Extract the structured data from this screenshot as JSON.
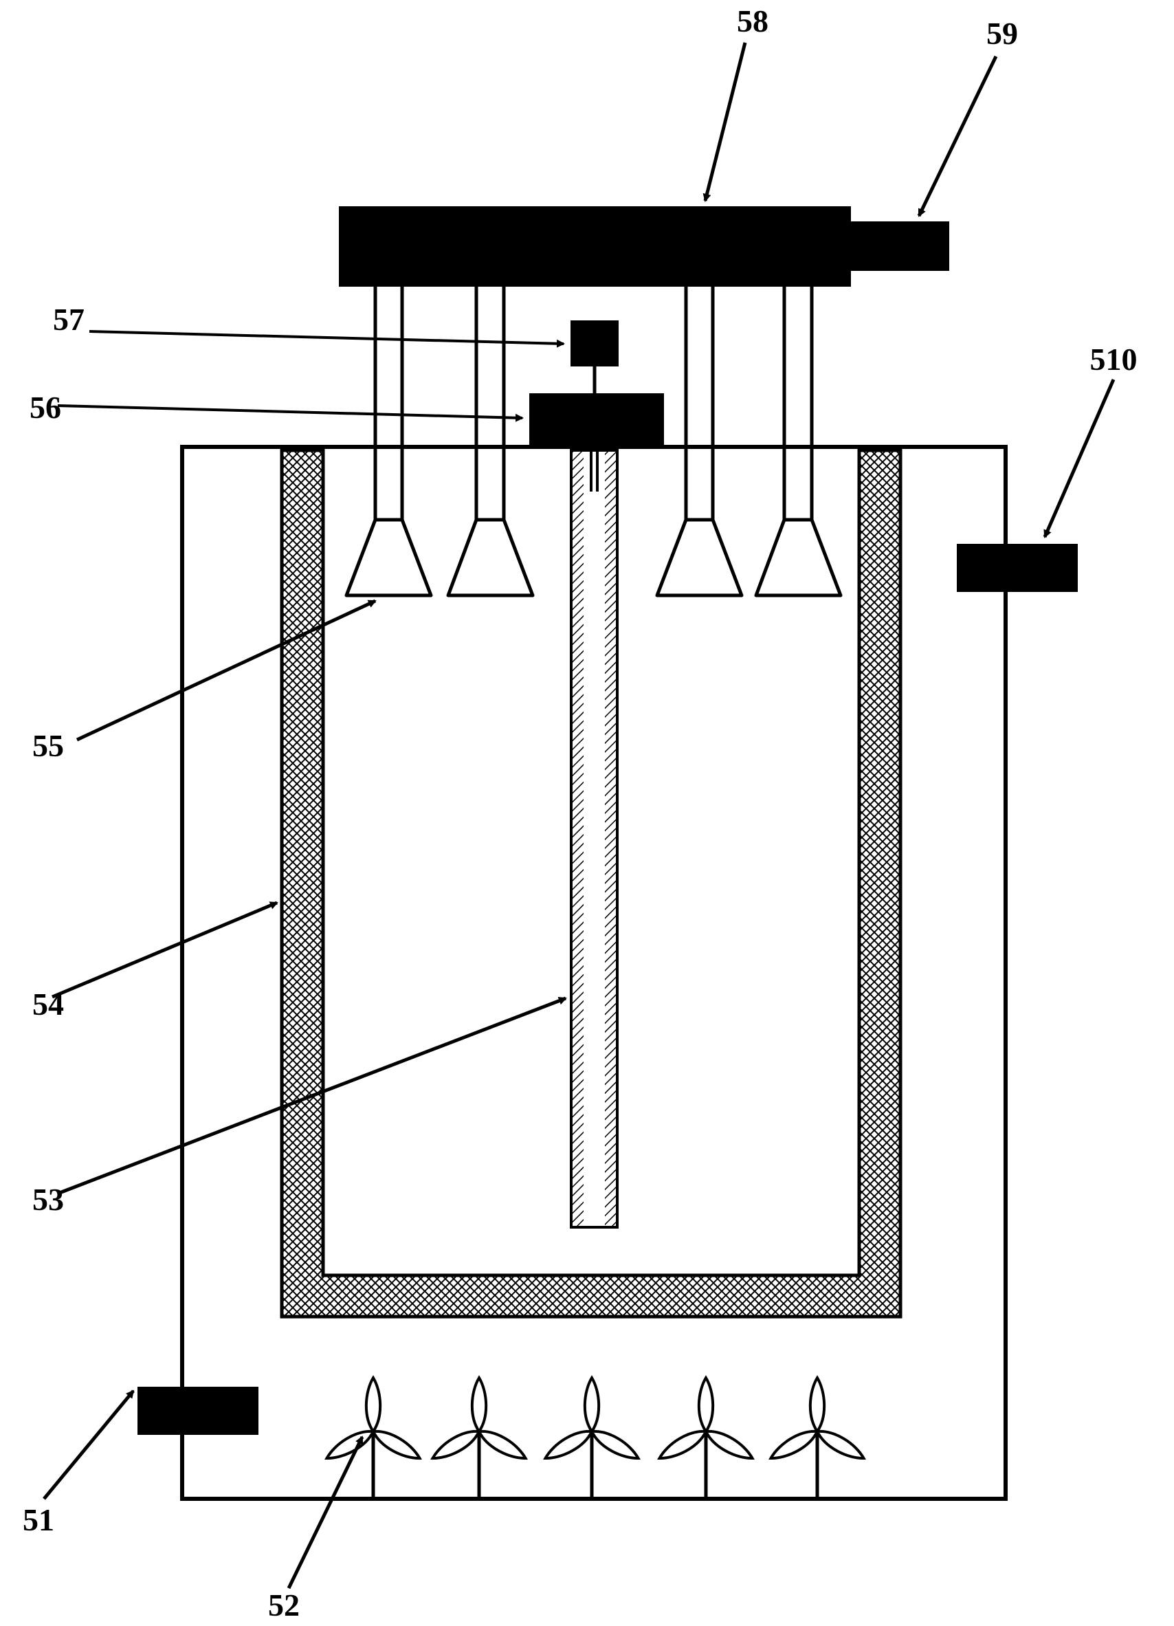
{
  "figure": {
    "labels": {
      "l51": "51",
      "l52": "52",
      "l53": "53",
      "l54": "54",
      "l55": "55",
      "l56": "56",
      "l57": "57",
      "l58": "58",
      "l59": "59",
      "l510": "510"
    },
    "colors": {
      "ink": "#000000",
      "background": "#ffffff"
    }
  }
}
